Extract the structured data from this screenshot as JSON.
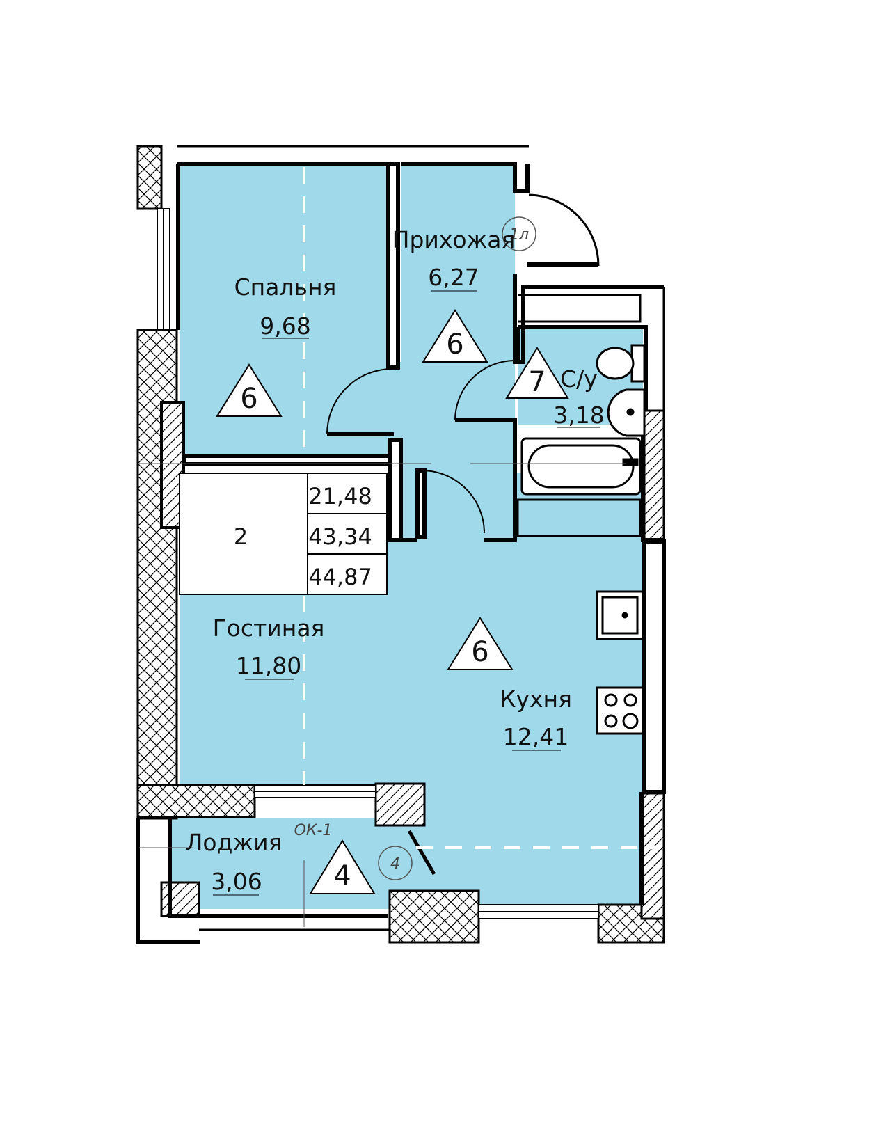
{
  "colors": {
    "floor": "#9fd9ea",
    "wall": "#000000",
    "background": "#ffffff",
    "insulation": "#ffffff"
  },
  "rooms": {
    "bedroom": {
      "name": "Спальня",
      "area": "9,68",
      "mark": "6"
    },
    "hallway": {
      "name": "Прихожая",
      "area": "6,27",
      "mark": "6"
    },
    "bathroom": {
      "name": "С/у",
      "area": "3,18",
      "mark": "7"
    },
    "living": {
      "name": "Гостиная",
      "area": "11,80"
    },
    "kitchen": {
      "name": "Кухня",
      "area": "12,41",
      "mark": "6"
    },
    "loggia": {
      "name": "Лоджия",
      "area": "3,06",
      "mark": "4"
    }
  },
  "summary": {
    "rooms_count": "2",
    "living_area": "21,48",
    "total_area": "43,34",
    "total_with_loggia": "44,87"
  },
  "markers": {
    "entrance_door": "1л",
    "loggia_door": "4",
    "window_code": "ОК-1"
  }
}
